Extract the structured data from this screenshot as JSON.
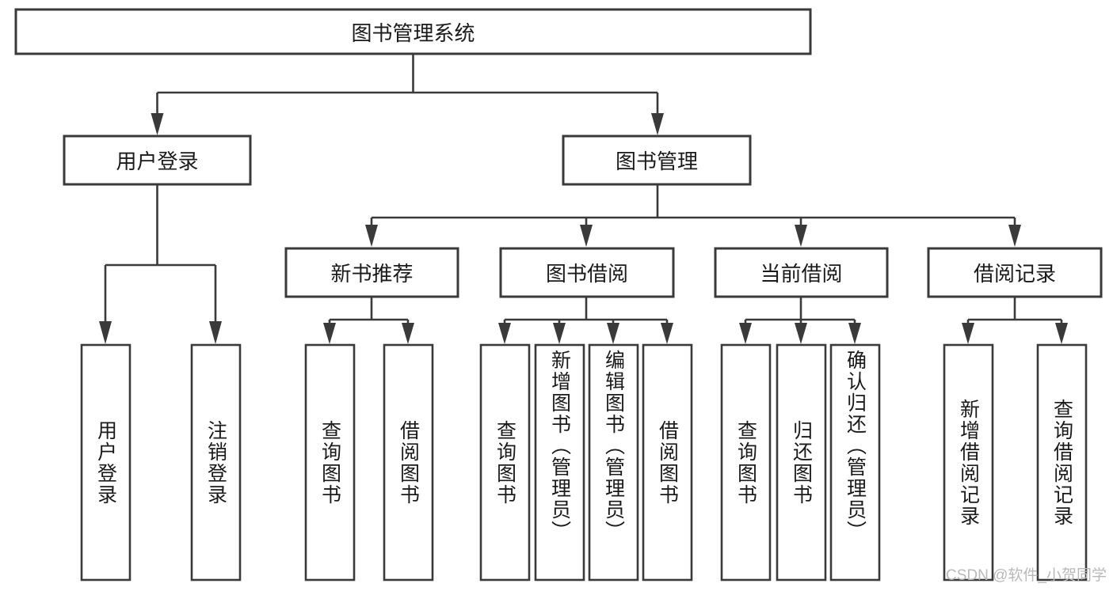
{
  "diagram": {
    "title": "图书管理系统",
    "type": "tree-hierarchy",
    "root": {
      "id": "root",
      "label": "图书管理系统"
    },
    "level2": [
      {
        "id": "user-login",
        "label": "用户登录"
      },
      {
        "id": "book-manage",
        "label": "图书管理"
      }
    ],
    "level3": [
      {
        "id": "new-book-rec",
        "label": "新书推荐",
        "parent": "book-manage"
      },
      {
        "id": "book-borrow",
        "label": "图书借阅",
        "parent": "book-manage"
      },
      {
        "id": "current-borrow",
        "label": "当前借阅",
        "parent": "book-manage"
      },
      {
        "id": "borrow-record",
        "label": "借阅记录",
        "parent": "book-manage"
      }
    ],
    "leaves": [
      {
        "id": "leaf-user-login",
        "label": "用户登录",
        "parent": "user-login"
      },
      {
        "id": "leaf-user-logout",
        "label": "注销登录",
        "parent": "user-login"
      },
      {
        "id": "leaf-query-book-1",
        "label": "查询图书",
        "parent": "new-book-rec"
      },
      {
        "id": "leaf-borrow-book-1",
        "label": "借阅图书",
        "parent": "new-book-rec"
      },
      {
        "id": "leaf-query-book-2",
        "label": "查询图书",
        "parent": "book-borrow"
      },
      {
        "id": "leaf-add-book",
        "label": "新增图书（管理员）",
        "parent": "book-borrow"
      },
      {
        "id": "leaf-edit-book",
        "label": "编辑图书（管理员）",
        "parent": "book-borrow"
      },
      {
        "id": "leaf-borrow-book-2",
        "label": "借阅图书",
        "parent": "book-borrow"
      },
      {
        "id": "leaf-query-book-3",
        "label": "查询图书",
        "parent": "current-borrow"
      },
      {
        "id": "leaf-return-book",
        "label": "归还图书",
        "parent": "current-borrow"
      },
      {
        "id": "leaf-confirm-return",
        "label": "确认归还（管理员）",
        "parent": "current-borrow"
      },
      {
        "id": "leaf-add-record",
        "label": "新增借阅记录",
        "parent": "borrow-record"
      },
      {
        "id": "leaf-query-record",
        "label": "查询借阅记录",
        "parent": "borrow-record"
      }
    ],
    "colors": {
      "background": "#ffffff",
      "box_fill": "#ffffff",
      "box_stroke": "#3a3a3a",
      "text": "#1a1a1a",
      "watermark": "#b9b9b9"
    }
  },
  "watermark": {
    "text": "CSDN @软件_小贺同学"
  }
}
